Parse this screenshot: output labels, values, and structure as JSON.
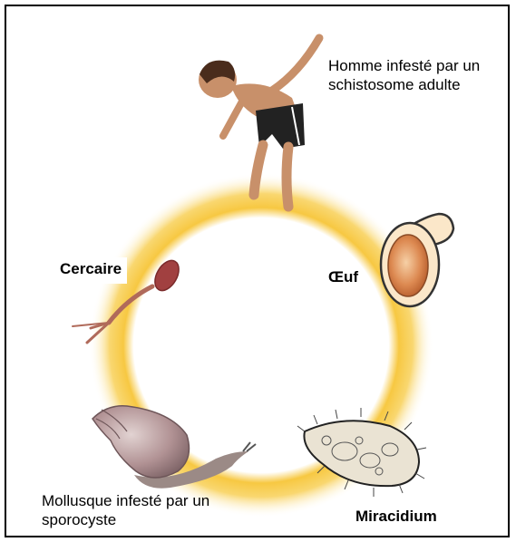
{
  "labels": {
    "human": "Homme infesté par un schistosome adulte",
    "egg": "Œuf",
    "miracidium": "Miracidium",
    "mollusc": "Mollusque infesté par un sporocyste",
    "cercaria": "Cercaire"
  },
  "colors": {
    "ring": "#f7c842",
    "ring_light": "#fdf1c6",
    "skin": "#c8906a",
    "shorts": "#222222",
    "egg_fill": "#d98a55",
    "snail_shell": "#b49aa0",
    "cercaria": "#b06a5a"
  }
}
